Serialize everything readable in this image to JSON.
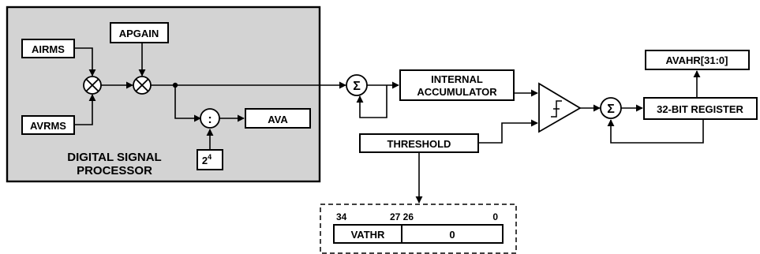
{
  "dsp": {
    "label_line1": "DIGITAL SIGNAL",
    "label_line2": "PROCESSOR",
    "fill_color": "#d3d3d3"
  },
  "blocks": {
    "airms": "AIRMS",
    "avrms": "AVRMS",
    "apgain": "APGAIN",
    "ava": "AVA",
    "divider_symbol": ":",
    "power_base": "2",
    "power_exp": "4",
    "internal_acc_line1": "INTERNAL",
    "internal_acc_line2": "ACCUMULATOR",
    "threshold": "THRESHOLD",
    "avahr": "AVAHR[31:0]",
    "register32": "32-BIT REGISTER",
    "sum_symbol": "Σ"
  },
  "register_detail": {
    "bit_34": "34",
    "bit_27_26": "27 26",
    "bit_0": "0",
    "field_vathr": "VATHR",
    "field_zero": "0"
  }
}
